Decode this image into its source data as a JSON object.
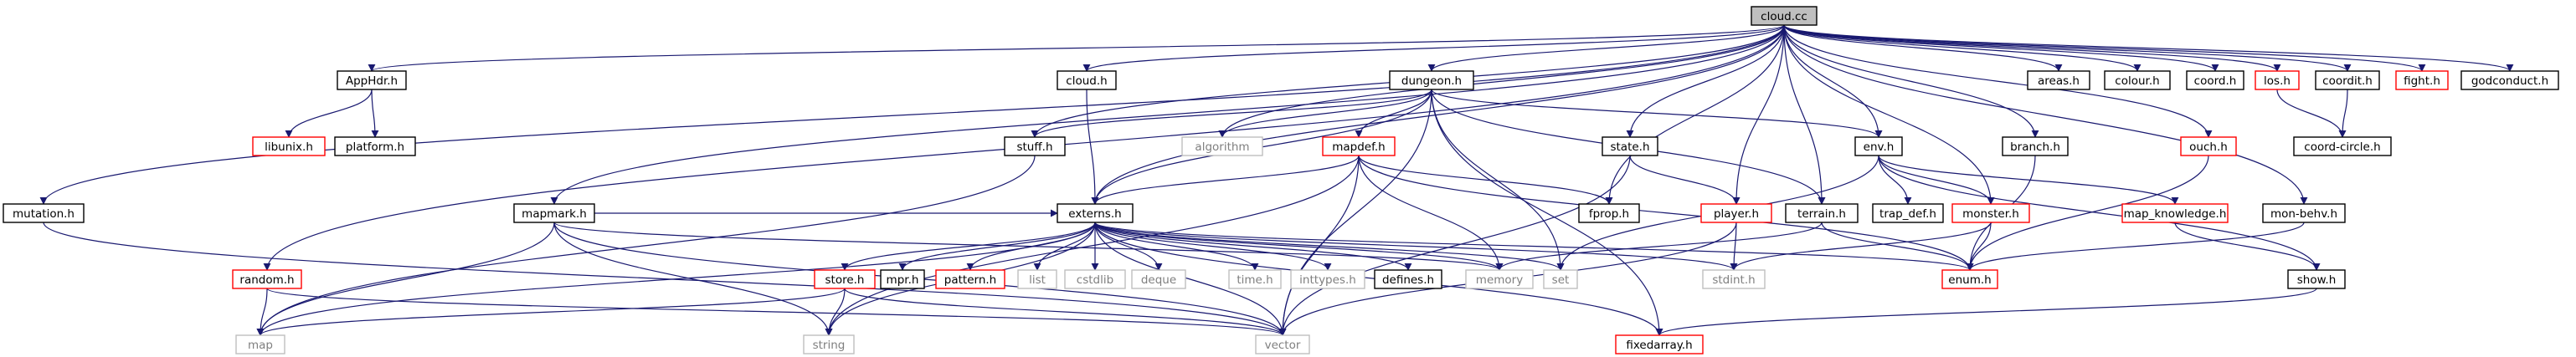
{
  "colors": {
    "edge": "#191970",
    "root_fill": "#bfbfbf",
    "border_normal": "#000000",
    "border_missing": "#ff0000",
    "border_system": "#bfbfbf",
    "text_normal": "#000000",
    "text_system": "#7f7f7f",
    "text_missing": "#ff0000"
  },
  "nodes": {
    "cloud_cc": {
      "label": "cloud.cc",
      "kind": "root"
    },
    "apphdr_h": {
      "label": "AppHdr.h",
      "kind": "normal"
    },
    "libunix_h": {
      "label": "libunix.h",
      "kind": "missing"
    },
    "platform_h": {
      "label": "platform.h",
      "kind": "normal"
    },
    "mutation_h": {
      "label": "mutation.h",
      "kind": "normal"
    },
    "stuff_h": {
      "label": "stuff.h",
      "kind": "normal"
    },
    "cloud_h": {
      "label": "cloud.h",
      "kind": "normal"
    },
    "dungeon_h": {
      "label": "dungeon.h",
      "kind": "normal"
    },
    "algorithm": {
      "label": "algorithm",
      "kind": "system"
    },
    "mapdef_h": {
      "label": "mapdef.h",
      "kind": "missing"
    },
    "mapmark_h": {
      "label": "mapmark.h",
      "kind": "normal"
    },
    "externs_h": {
      "label": "externs.h",
      "kind": "normal"
    },
    "random_h": {
      "label": "random.h",
      "kind": "missing"
    },
    "map": {
      "label": "map",
      "kind": "system"
    },
    "string": {
      "label": "string",
      "kind": "system"
    },
    "vector": {
      "label": "vector",
      "kind": "system"
    },
    "mpr_h": {
      "label": "mpr.h",
      "kind": "normal"
    },
    "pattern_h": {
      "label": "pattern.h",
      "kind": "missing"
    },
    "list": {
      "label": "list",
      "kind": "system"
    },
    "cstdlib": {
      "label": "cstdlib",
      "kind": "system"
    },
    "deque": {
      "label": "deque",
      "kind": "system"
    },
    "store_h": {
      "label": "store.h",
      "kind": "missing"
    },
    "time_h": {
      "label": "time.h",
      "kind": "system"
    },
    "inttypes_h": {
      "label": "inttypes.h",
      "kind": "system"
    },
    "defines_h": {
      "label": "defines.h",
      "kind": "normal"
    },
    "memory": {
      "label": "memory",
      "kind": "system"
    },
    "set": {
      "label": "set",
      "kind": "system"
    },
    "state_h": {
      "label": "state.h",
      "kind": "normal"
    },
    "fprop_h": {
      "label": "fprop.h",
      "kind": "normal"
    },
    "player_h": {
      "label": "player.h",
      "kind": "missing"
    },
    "terrain_h": {
      "label": "terrain.h",
      "kind": "normal"
    },
    "stdint_h": {
      "label": "stdint.h",
      "kind": "system"
    },
    "fixedarray_h": {
      "label": "fixedarray.h",
      "kind": "missing"
    },
    "env_h": {
      "label": "env.h",
      "kind": "normal"
    },
    "trap_def_h": {
      "label": "trap_def.h",
      "kind": "normal"
    },
    "monster_h": {
      "label": "monster.h",
      "kind": "missing"
    },
    "enum_h": {
      "label": "enum.h",
      "kind": "missing"
    },
    "map_knowledge_h": {
      "label": "map_knowledge.h",
      "kind": "missing"
    },
    "branch_h": {
      "label": "branch.h",
      "kind": "normal"
    },
    "mon_behv_h": {
      "label": "mon-behv.h",
      "kind": "normal"
    },
    "show_h": {
      "label": "show.h",
      "kind": "normal"
    },
    "ouch_h": {
      "label": "ouch.h",
      "kind": "missing"
    },
    "areas_h": {
      "label": "areas.h",
      "kind": "normal"
    },
    "colour_h": {
      "label": "colour.h",
      "kind": "normal"
    },
    "coord_h": {
      "label": "coord.h",
      "kind": "normal"
    },
    "los_h": {
      "label": "los.h",
      "kind": "missing"
    },
    "coordit_h": {
      "label": "coordit.h",
      "kind": "normal"
    },
    "coord_circle_h": {
      "label": "coord-circle.h",
      "kind": "normal"
    },
    "fight_h": {
      "label": "fight.h",
      "kind": "missing"
    },
    "godconduct_h": {
      "label": "godconduct.h",
      "kind": "normal"
    }
  },
  "edges": [
    [
      "cloud_cc",
      "apphdr_h"
    ],
    [
      "cloud_cc",
      "mutation_h"
    ],
    [
      "cloud_cc",
      "stuff_h"
    ],
    [
      "cloud_cc",
      "cloud_h"
    ],
    [
      "cloud_cc",
      "dungeon_h"
    ],
    [
      "cloud_cc",
      "algorithm"
    ],
    [
      "cloud_cc",
      "mapmark_h"
    ],
    [
      "cloud_cc",
      "externs_h"
    ],
    [
      "cloud_cc",
      "random_h"
    ],
    [
      "cloud_cc",
      "state_h"
    ],
    [
      "cloud_cc",
      "fprop_h"
    ],
    [
      "cloud_cc",
      "player_h"
    ],
    [
      "cloud_cc",
      "terrain_h"
    ],
    [
      "cloud_cc",
      "env_h"
    ],
    [
      "cloud_cc",
      "monster_h"
    ],
    [
      "cloud_cc",
      "branch_h"
    ],
    [
      "cloud_cc",
      "mon_behv_h"
    ],
    [
      "cloud_cc",
      "ouch_h"
    ],
    [
      "cloud_cc",
      "areas_h"
    ],
    [
      "cloud_cc",
      "colour_h"
    ],
    [
      "cloud_cc",
      "coord_h"
    ],
    [
      "cloud_cc",
      "los_h"
    ],
    [
      "cloud_cc",
      "coordit_h"
    ],
    [
      "cloud_cc",
      "fight_h"
    ],
    [
      "cloud_cc",
      "godconduct_h"
    ],
    [
      "apphdr_h",
      "libunix_h"
    ],
    [
      "apphdr_h",
      "platform_h"
    ],
    [
      "mutation_h",
      "vector"
    ],
    [
      "stuff_h",
      "map"
    ],
    [
      "cloud_h",
      "externs_h"
    ],
    [
      "dungeon_h",
      "stuff_h"
    ],
    [
      "dungeon_h",
      "algorithm"
    ],
    [
      "dungeon_h",
      "mapdef_h"
    ],
    [
      "dungeon_h",
      "externs_h"
    ],
    [
      "dungeon_h",
      "set"
    ],
    [
      "dungeon_h",
      "vector"
    ],
    [
      "dungeon_h",
      "terrain_h"
    ],
    [
      "dungeon_h",
      "env_h"
    ],
    [
      "dungeon_h",
      "fixedarray_h"
    ],
    [
      "mapdef_h",
      "externs_h"
    ],
    [
      "mapdef_h",
      "memory"
    ],
    [
      "mapdef_h",
      "string"
    ],
    [
      "mapdef_h",
      "vector"
    ],
    [
      "mapdef_h",
      "fprop_h"
    ],
    [
      "mapdef_h",
      "enum_h"
    ],
    [
      "mapmark_h",
      "externs_h"
    ],
    [
      "mapmark_h",
      "map"
    ],
    [
      "mapmark_h",
      "string"
    ],
    [
      "mapmark_h",
      "vector"
    ],
    [
      "mapmark_h",
      "memory"
    ],
    [
      "externs_h",
      "mpr_h"
    ],
    [
      "externs_h",
      "pattern_h"
    ],
    [
      "externs_h",
      "list"
    ],
    [
      "externs_h",
      "cstdlib"
    ],
    [
      "externs_h",
      "deque"
    ],
    [
      "externs_h",
      "store_h"
    ],
    [
      "externs_h",
      "time_h"
    ],
    [
      "externs_h",
      "inttypes_h"
    ],
    [
      "externs_h",
      "defines_h"
    ],
    [
      "externs_h",
      "memory"
    ],
    [
      "externs_h",
      "set"
    ],
    [
      "externs_h",
      "stdint_h"
    ],
    [
      "externs_h",
      "enum_h"
    ],
    [
      "externs_h",
      "fixedarray_h"
    ],
    [
      "externs_h",
      "map"
    ],
    [
      "externs_h",
      "string"
    ],
    [
      "externs_h",
      "vector"
    ],
    [
      "random_h",
      "map"
    ],
    [
      "random_h",
      "vector"
    ],
    [
      "store_h",
      "string"
    ],
    [
      "store_h",
      "map"
    ],
    [
      "store_h",
      "vector"
    ],
    [
      "state_h",
      "player_h"
    ],
    [
      "state_h",
      "vector"
    ],
    [
      "player_h",
      "stdint_h"
    ],
    [
      "player_h",
      "vector"
    ],
    [
      "terrain_h",
      "memory"
    ],
    [
      "terrain_h",
      "enum_h"
    ],
    [
      "env_h",
      "set"
    ],
    [
      "env_h",
      "trap_def_h"
    ],
    [
      "env_h",
      "monster_h"
    ],
    [
      "env_h",
      "map_knowledge_h"
    ],
    [
      "env_h",
      "show_h"
    ],
    [
      "monster_h",
      "enum_h"
    ],
    [
      "monster_h",
      "stdint_h"
    ],
    [
      "map_knowledge_h",
      "show_h"
    ],
    [
      "branch_h",
      "enum_h"
    ],
    [
      "mon_behv_h",
      "enum_h"
    ],
    [
      "show_h",
      "fixedarray_h"
    ],
    [
      "ouch_h",
      "enum_h"
    ],
    [
      "los_h",
      "coord_circle_h"
    ],
    [
      "coordit_h",
      "coord_circle_h"
    ]
  ]
}
